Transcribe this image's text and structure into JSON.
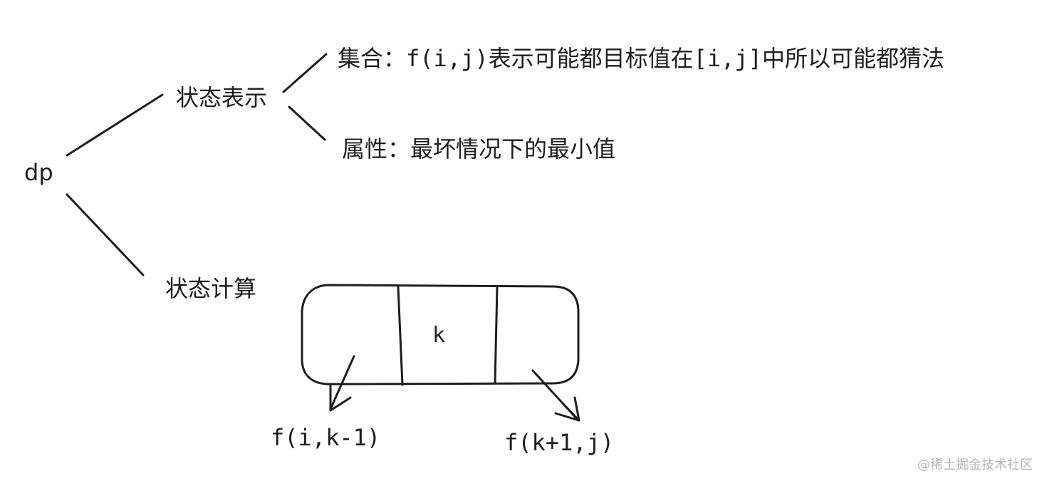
{
  "root_label": "dp",
  "branches": {
    "state_representation": {
      "label": "状态表示",
      "set_prefix": "集合：",
      "set_text": "f(i,j)表示可能都目标值在[i,j]中所以可能都猜法",
      "attribute_prefix": "属性：",
      "attribute_text": "最坏情况下的最小值"
    },
    "state_computation": {
      "label": "状态计算"
    }
  },
  "partition": {
    "middle_label": "k",
    "left_result": "f(i,k-1)",
    "right_result": "f(k+1,j)"
  },
  "watermark": "@稀土掘金技术社区"
}
